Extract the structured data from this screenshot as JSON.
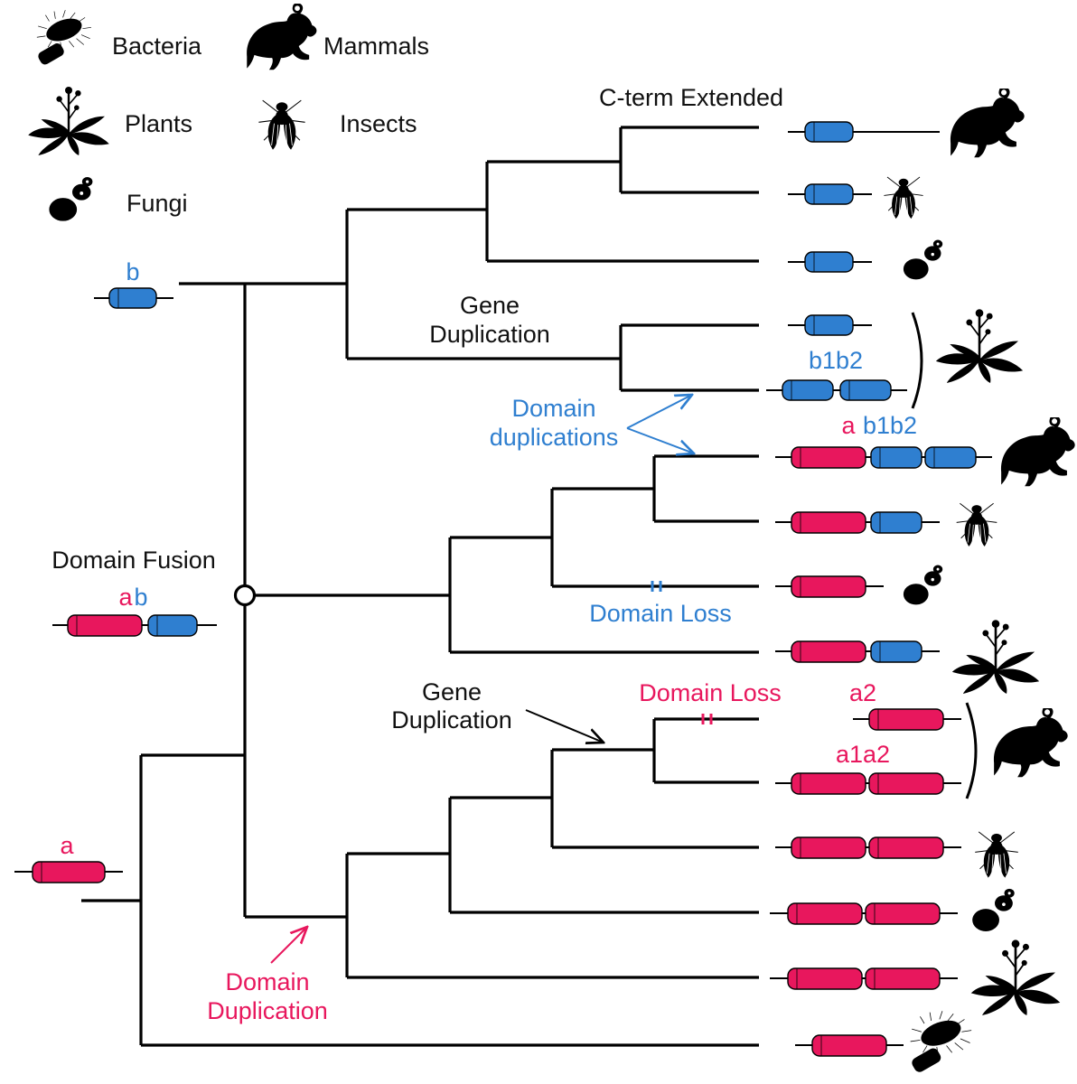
{
  "legend": {
    "bacteria": "Bacteria",
    "mammals": "Mammals",
    "plants": "Plants",
    "insects": "Insects",
    "fungi": "Fungi"
  },
  "labels": {
    "cterm": "C-term Extended",
    "gene_dup_1_line1": "Gene",
    "gene_dup_1_line2": "Duplication",
    "domain_dups_line1": "Domain",
    "domain_dups_line2": "duplications",
    "domain_loss_blue": "Domain Loss",
    "domain_fusion": "Domain Fusion",
    "gene_dup_2_line1": "Gene",
    "gene_dup_2_line2": "Duplication",
    "domain_loss_pink": "Domain Loss",
    "domain_dup_line1": "Domain",
    "domain_dup_line2": "Duplication"
  },
  "domains": {
    "b": "b",
    "b1b2": "b1b2",
    "ab1b2_a": "a",
    "ab1b2_b": "b1b2",
    "ab_a": "a",
    "ab_b": "b",
    "a2": "a2",
    "a1a2": "a1a2",
    "a": "a"
  },
  "colors": {
    "domain_a": "#e8175d",
    "domain_b": "#2f7fd0",
    "blue_text": "#2f7fd0",
    "pink_text": "#e8175d"
  },
  "icons": [
    "bacteria-icon",
    "mammal-icon",
    "plant-icon",
    "insect-icon",
    "fungi-icon"
  ]
}
